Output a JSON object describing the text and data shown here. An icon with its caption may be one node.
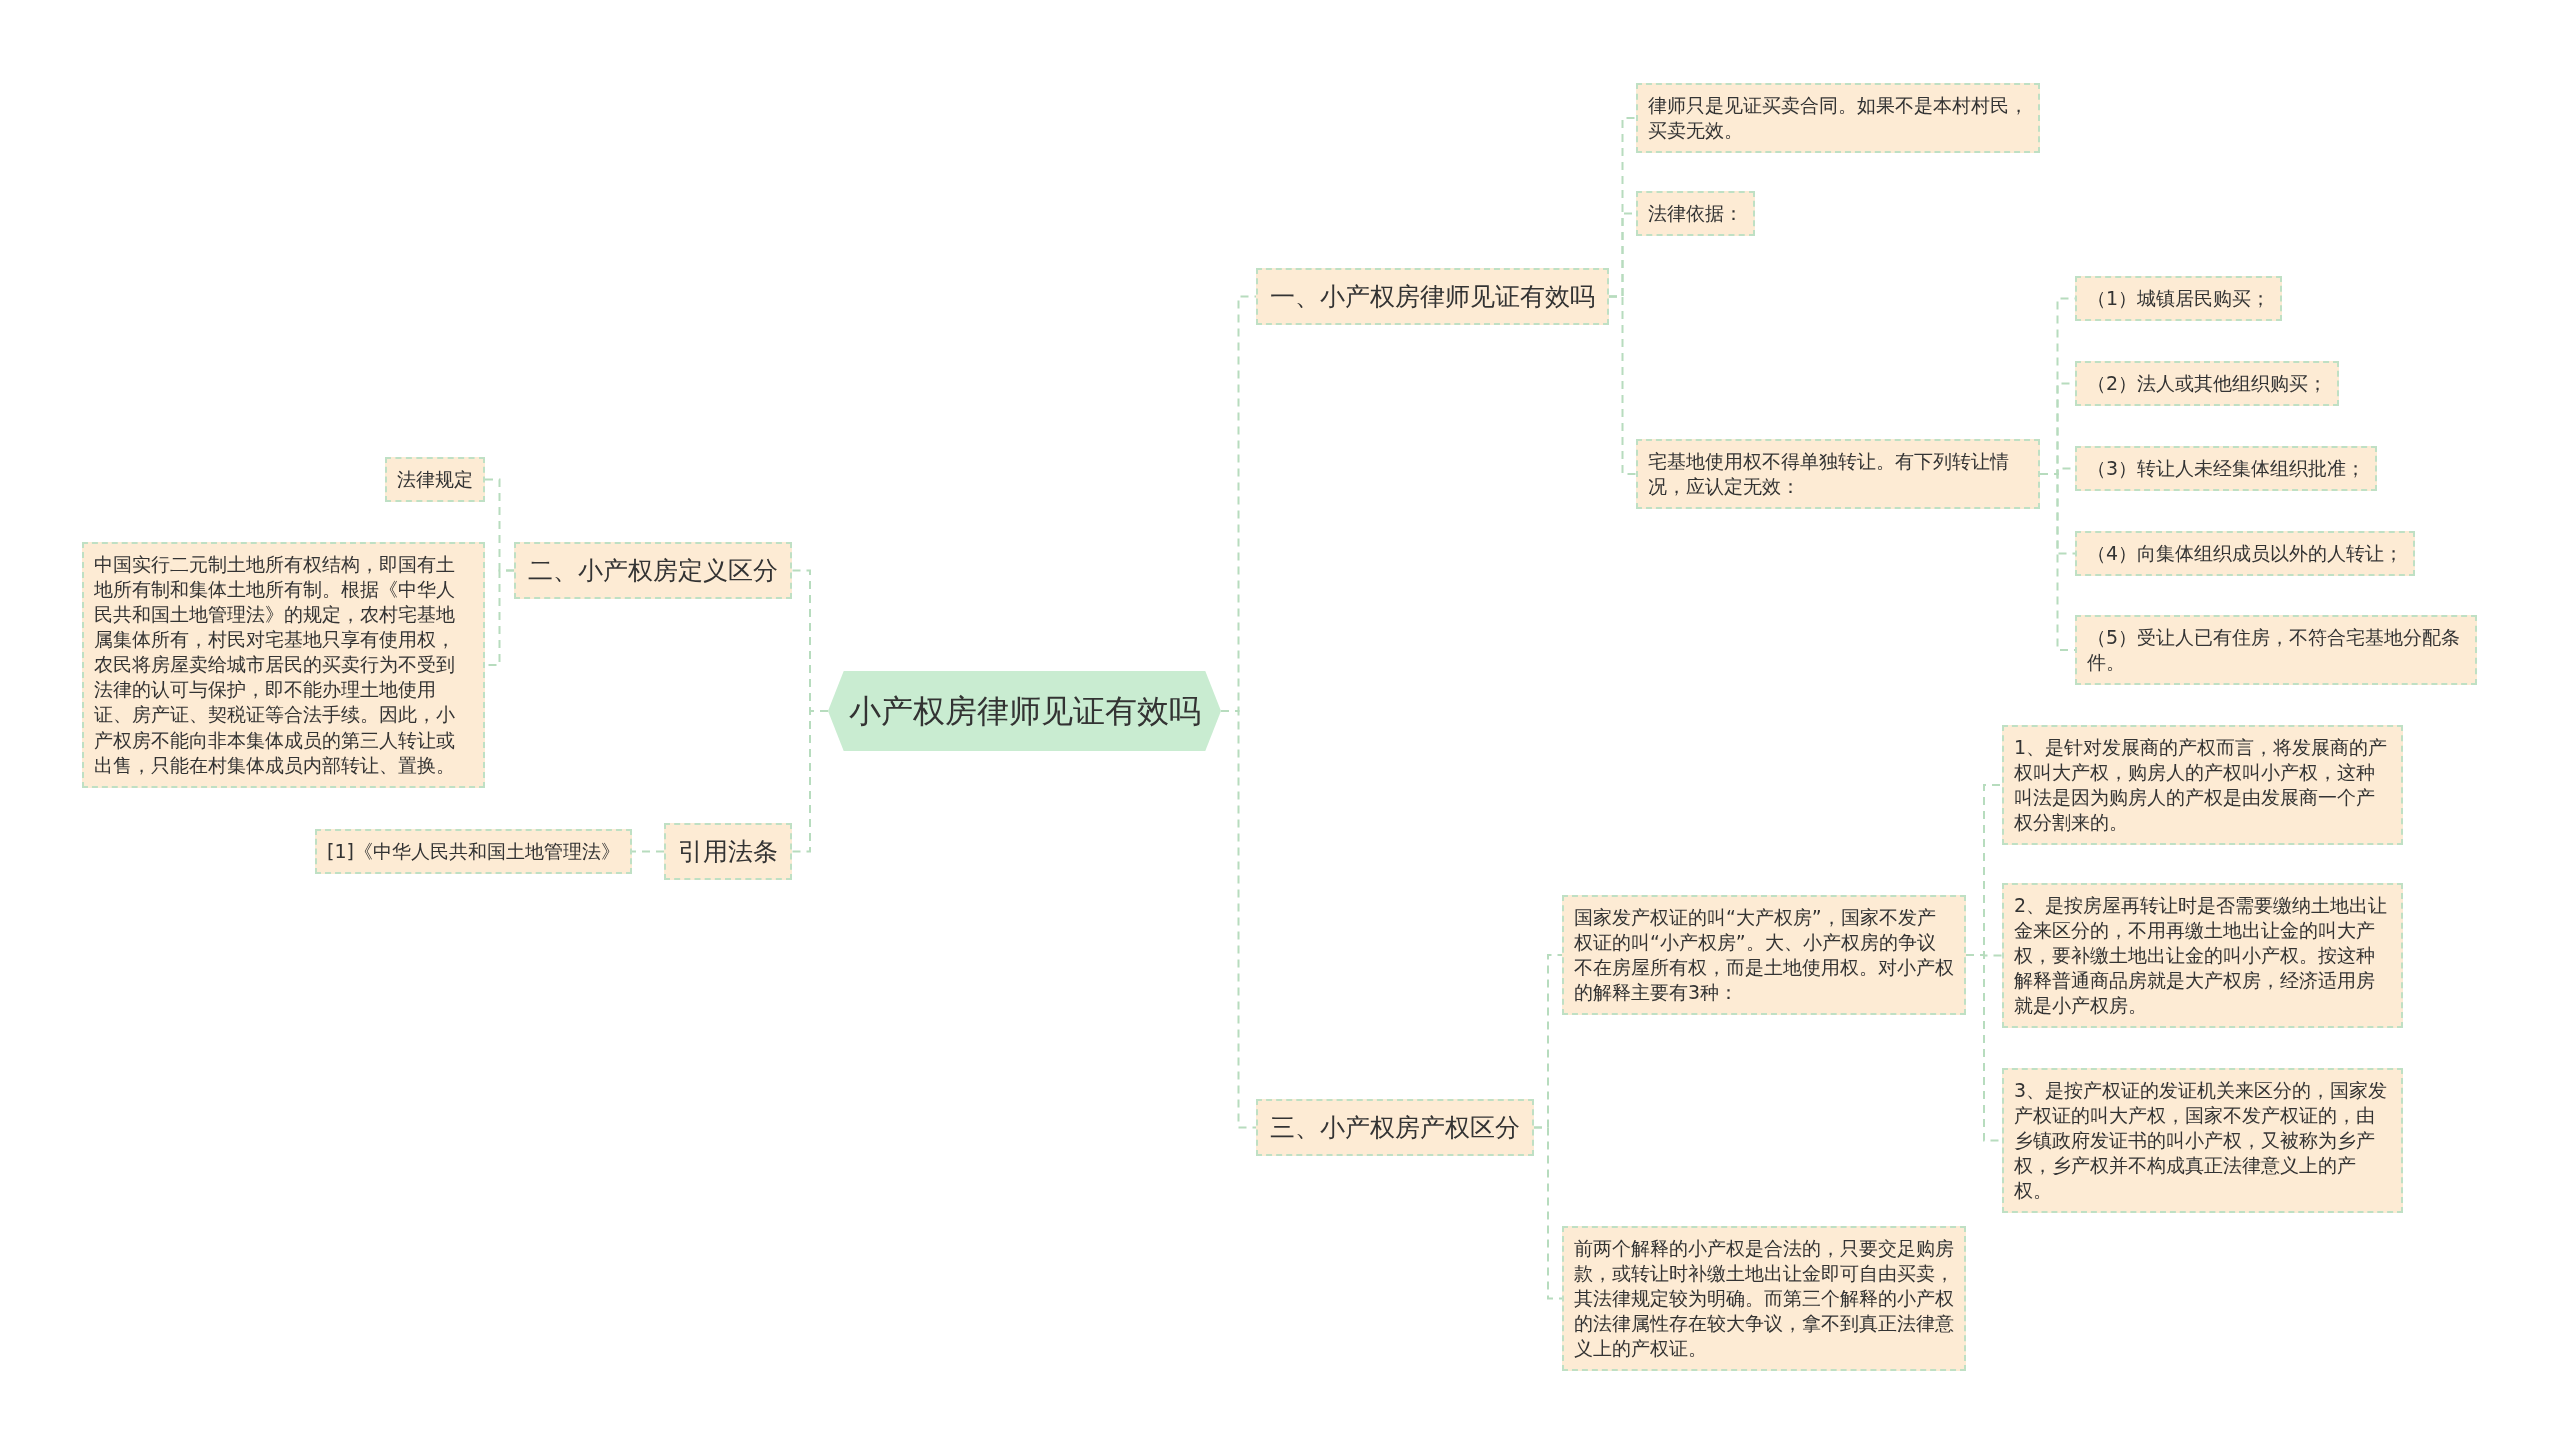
{
  "diagram": {
    "nodes": [
      {
        "text": [
          "小产权房律师见证有效吗"
        ]
      },
      {
        "text": [
          "一、小产权房律师见证有效吗"
        ]
      },
      {
        "text": [
          "律师只是见证买卖合同。如果不是本村村民，买卖无效。"
        ]
      },
      {
        "text": [
          "法律依据："
        ]
      },
      {
        "text": [
          "宅基地使用权不得单独转让。有下列转让情况，应认定无效："
        ]
      },
      {
        "text": [
          "（1）城镇居民购买；"
        ]
      },
      {
        "text": [
          "（2）法人或其他组织购买；"
        ]
      },
      {
        "text": [
          "（3）转让人未经集体组织批准；"
        ]
      },
      {
        "text": [
          "（4）向集体组织成员以外的人转让；"
        ]
      },
      {
        "text": [
          "（5）受让人已有住房，不符合宅基地分配条件。"
        ]
      },
      {
        "text": [
          "二、小产权房定义区分"
        ]
      },
      {
        "text": [
          "法律规定"
        ]
      },
      {
        "text": [
          "中国实行二元制土地所有权结构，即国有土地所有制和集体土地所有制。根据《中华人民共和国土地管理法》的规定，农村宅基地属集体所有，村民对宅基地只享有使用权，农民将房屋卖给城市居民的买卖行为不受到法律的认可与保护，即不能办理土地使用证、房产证、契税证等合法手续。因此，小产权房不能向非本集体成员的第三人转让或出售，只能在村集体成员内部转让、置换。"
        ]
      },
      {
        "text": [
          "引用法条"
        ]
      },
      {
        "text": [
          "[1]《中华人民共和国土地管理法》"
        ]
      },
      {
        "text": [
          "三、小产权房产权区分"
        ]
      },
      {
        "text": [
          "国家发产权证的叫“大产权房”，国家不发产权证的叫“小产权房”。大、小产权房的争议不在房屋所有权，而是土地使用权。对小产权的解释主要有3种："
        ]
      },
      {
        "text": [
          "1、是针对发展商的产权而言，将发展商的产权叫大产权，购房人的产权叫小产权，这种叫法是因为购房人的产权是由发展商一个产权分割来的。"
        ]
      },
      {
        "text": [
          "2、是按房屋再转让时是否需要缴纳土地出让金来区分的，不用再缴土地出让金的叫大产权，要补缴土地出让金的叫小产权。按这种解释普通商品房就是大产权房，经济适用房就是小产权房。"
        ]
      },
      {
        "text": [
          "3、是按产权证的发证机关来区分的，国家发产权证的叫大产权，国家不发产权证的，由乡镇政府发证书的叫小产权，又被称为乡产权，乡产权并不构成真正法律意义上的产权。"
        ]
      },
      {
        "text": [
          "前两个解释的小产权是合法的，只要交足购房款，或转让时补缴土地出让金即可自由买卖，其法律规定较为明确。而第三个解释的小产权的法律属性存在较大争议，拿不到真正法律意义上的产权证。"
        ]
      }
    ],
    "edges": [
      {
        "from": 0,
        "to": 1,
        "arrow": "none"
      },
      {
        "from": 1,
        "to": 2,
        "arrow": "none"
      },
      {
        "from": 1,
        "to": 3,
        "arrow": "none"
      },
      {
        "from": 1,
        "to": 4,
        "arrow": "none"
      },
      {
        "from": 4,
        "to": 5,
        "arrow": "none"
      },
      {
        "from": 4,
        "to": 6,
        "arrow": "none"
      },
      {
        "from": 4,
        "to": 7,
        "arrow": "none"
      },
      {
        "from": 4,
        "to": 8,
        "arrow": "none"
      },
      {
        "from": 4,
        "to": 9,
        "arrow": "none"
      },
      {
        "from": 0,
        "to": 10,
        "arrow": "none"
      },
      {
        "from": 10,
        "to": 11,
        "arrow": "none"
      },
      {
        "from": 10,
        "to": 12,
        "arrow": "none"
      },
      {
        "from": 0,
        "to": 13,
        "arrow": "none"
      },
      {
        "from": 13,
        "to": 14,
        "arrow": "none"
      },
      {
        "from": 0,
        "to": 15,
        "arrow": "none"
      },
      {
        "from": 15,
        "to": 16,
        "arrow": "none"
      },
      {
        "from": 16,
        "to": 17,
        "arrow": "none"
      },
      {
        "from": 16,
        "to": 18,
        "arrow": "none"
      },
      {
        "from": 16,
        "to": 19,
        "arrow": "none"
      },
      {
        "from": 15,
        "to": 20,
        "arrow": "none"
      }
    ]
  }
}
